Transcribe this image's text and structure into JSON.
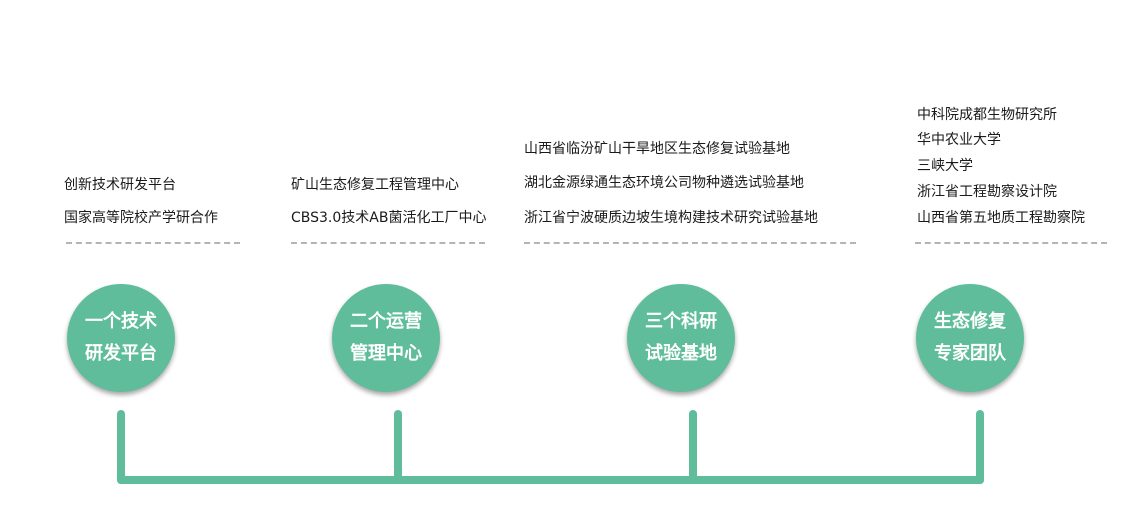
{
  "columns": [
    {
      "items": [
        "创新技术研发平台",
        "国家高等院校产学研合作"
      ],
      "circle_lines": [
        "一个技术",
        "研发平台"
      ]
    },
    {
      "items": [
        "矿山生态修复工程管理中心",
        "CBS3.0技术AB菌活化工厂中心"
      ],
      "circle_lines": [
        "二个运营",
        "管理中心"
      ]
    },
    {
      "items": [
        "山西省临汾矿山干旱地区生态修复试验基地",
        "湖北金源绿通生态环境公司物种遴选试验基地",
        "浙江省宁波硬质边坡生境构建技术研究试验基地"
      ],
      "circle_lines": [
        "三个科研",
        "试验基地"
      ]
    },
    {
      "items": [
        "中科院成都生物研究所",
        "华中农业大学",
        "三峡大学",
        "浙江省工程勘察设计院",
        "山西省第五地质工程勘察院"
      ],
      "circle_lines": [
        "生态修复",
        "专家团队"
      ]
    }
  ],
  "colors": {
    "accent": "#5fbd9c",
    "dash": "#b4b4b4",
    "text": "#1a1a1a"
  }
}
